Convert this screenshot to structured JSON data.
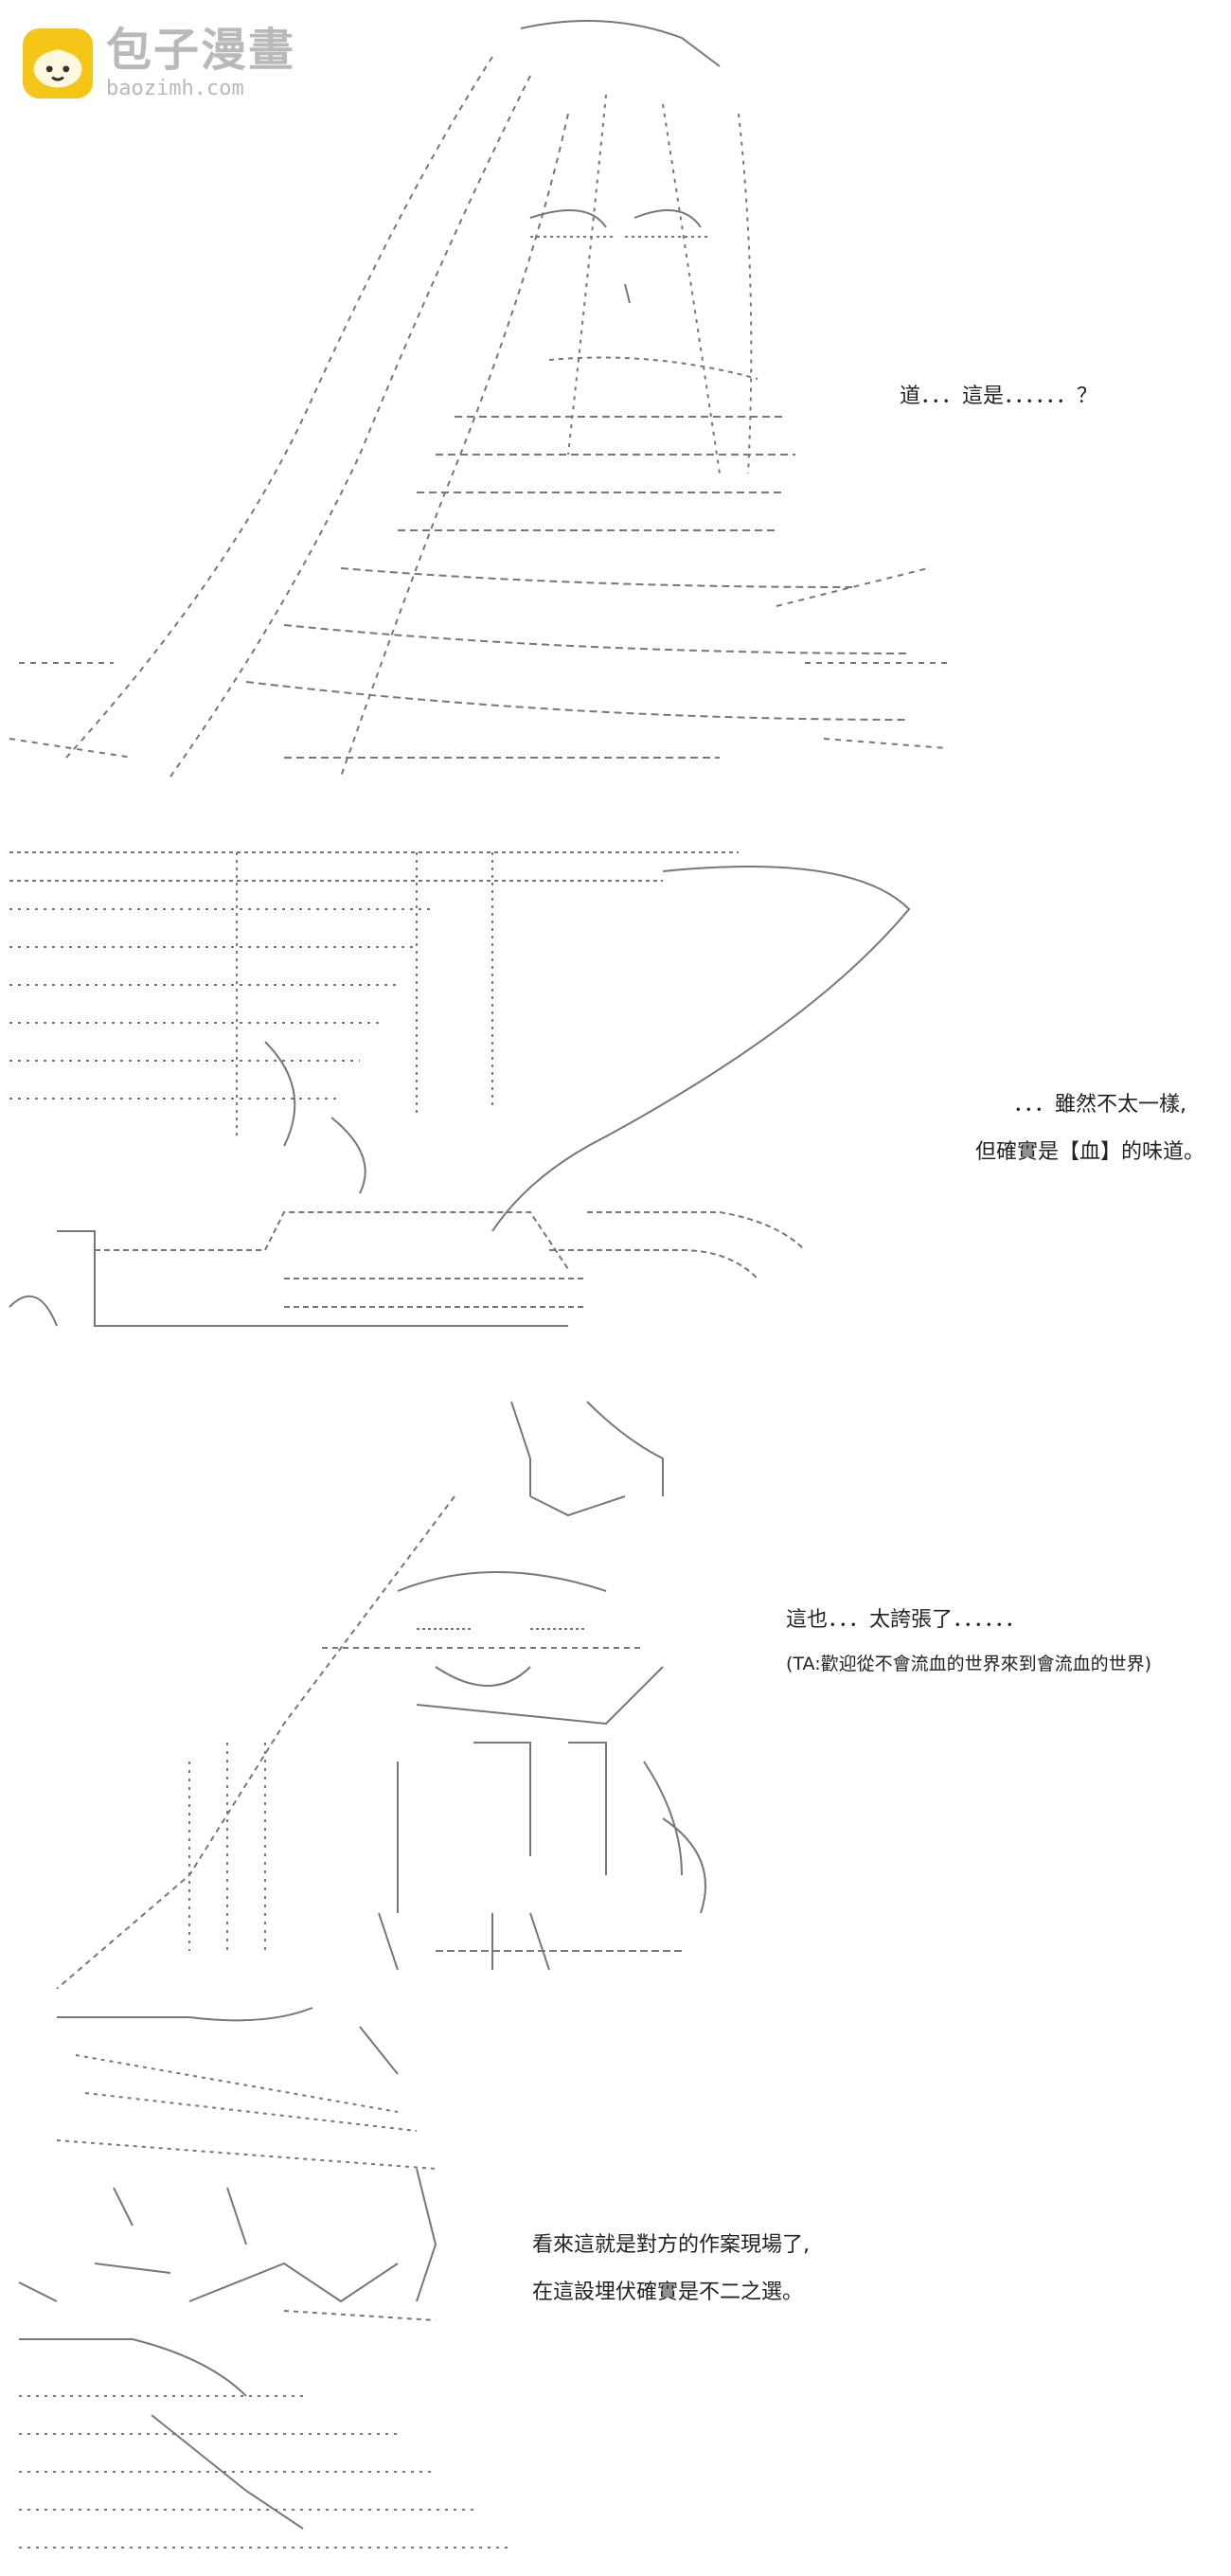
{
  "watermark": {
    "name": "包子漫畫",
    "url": "baozimh.com",
    "icon": "bun-mascot-icon",
    "accent": "#f5c518"
  },
  "panels": [
    {
      "id": "p1",
      "lines": [
        "道．．．這是．．．．．．？"
      ]
    },
    {
      "id": "p2",
      "lines": [
        "．．．雖然不太一樣,",
        "但確實是【血】的味道。"
      ]
    },
    {
      "id": "p3",
      "lines": [
        "這也．．．太誇張了．．．．．．",
        "(TA:歡迎從不會流血的世界來到會流血的世界)"
      ]
    },
    {
      "id": "p4",
      "lines": [
        "看來這就是對方的作案現場了,",
        "在這設埋伏確實是不二之選。"
      ]
    }
  ]
}
